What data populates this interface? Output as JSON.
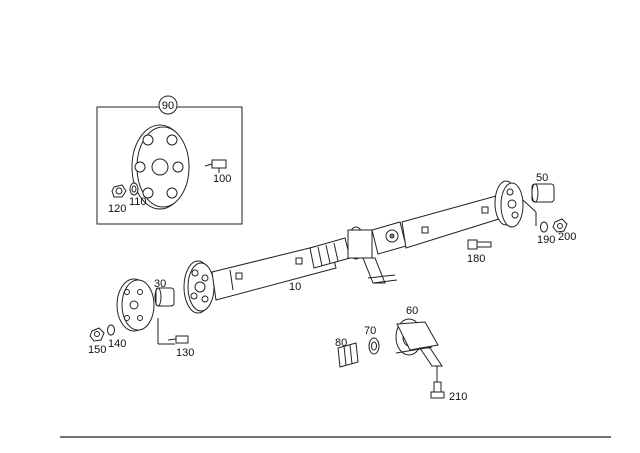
{
  "callouts": {
    "c10": "10",
    "c30": "30",
    "c50": "50",
    "c60": "60",
    "c70": "70",
    "c80": "80",
    "c90": "90",
    "c100": "100",
    "c110": "110",
    "c120": "120",
    "c130": "130",
    "c140": "140",
    "c150": "150",
    "c180": "180",
    "c190": "190",
    "c200": "200",
    "c210": "210"
  }
}
